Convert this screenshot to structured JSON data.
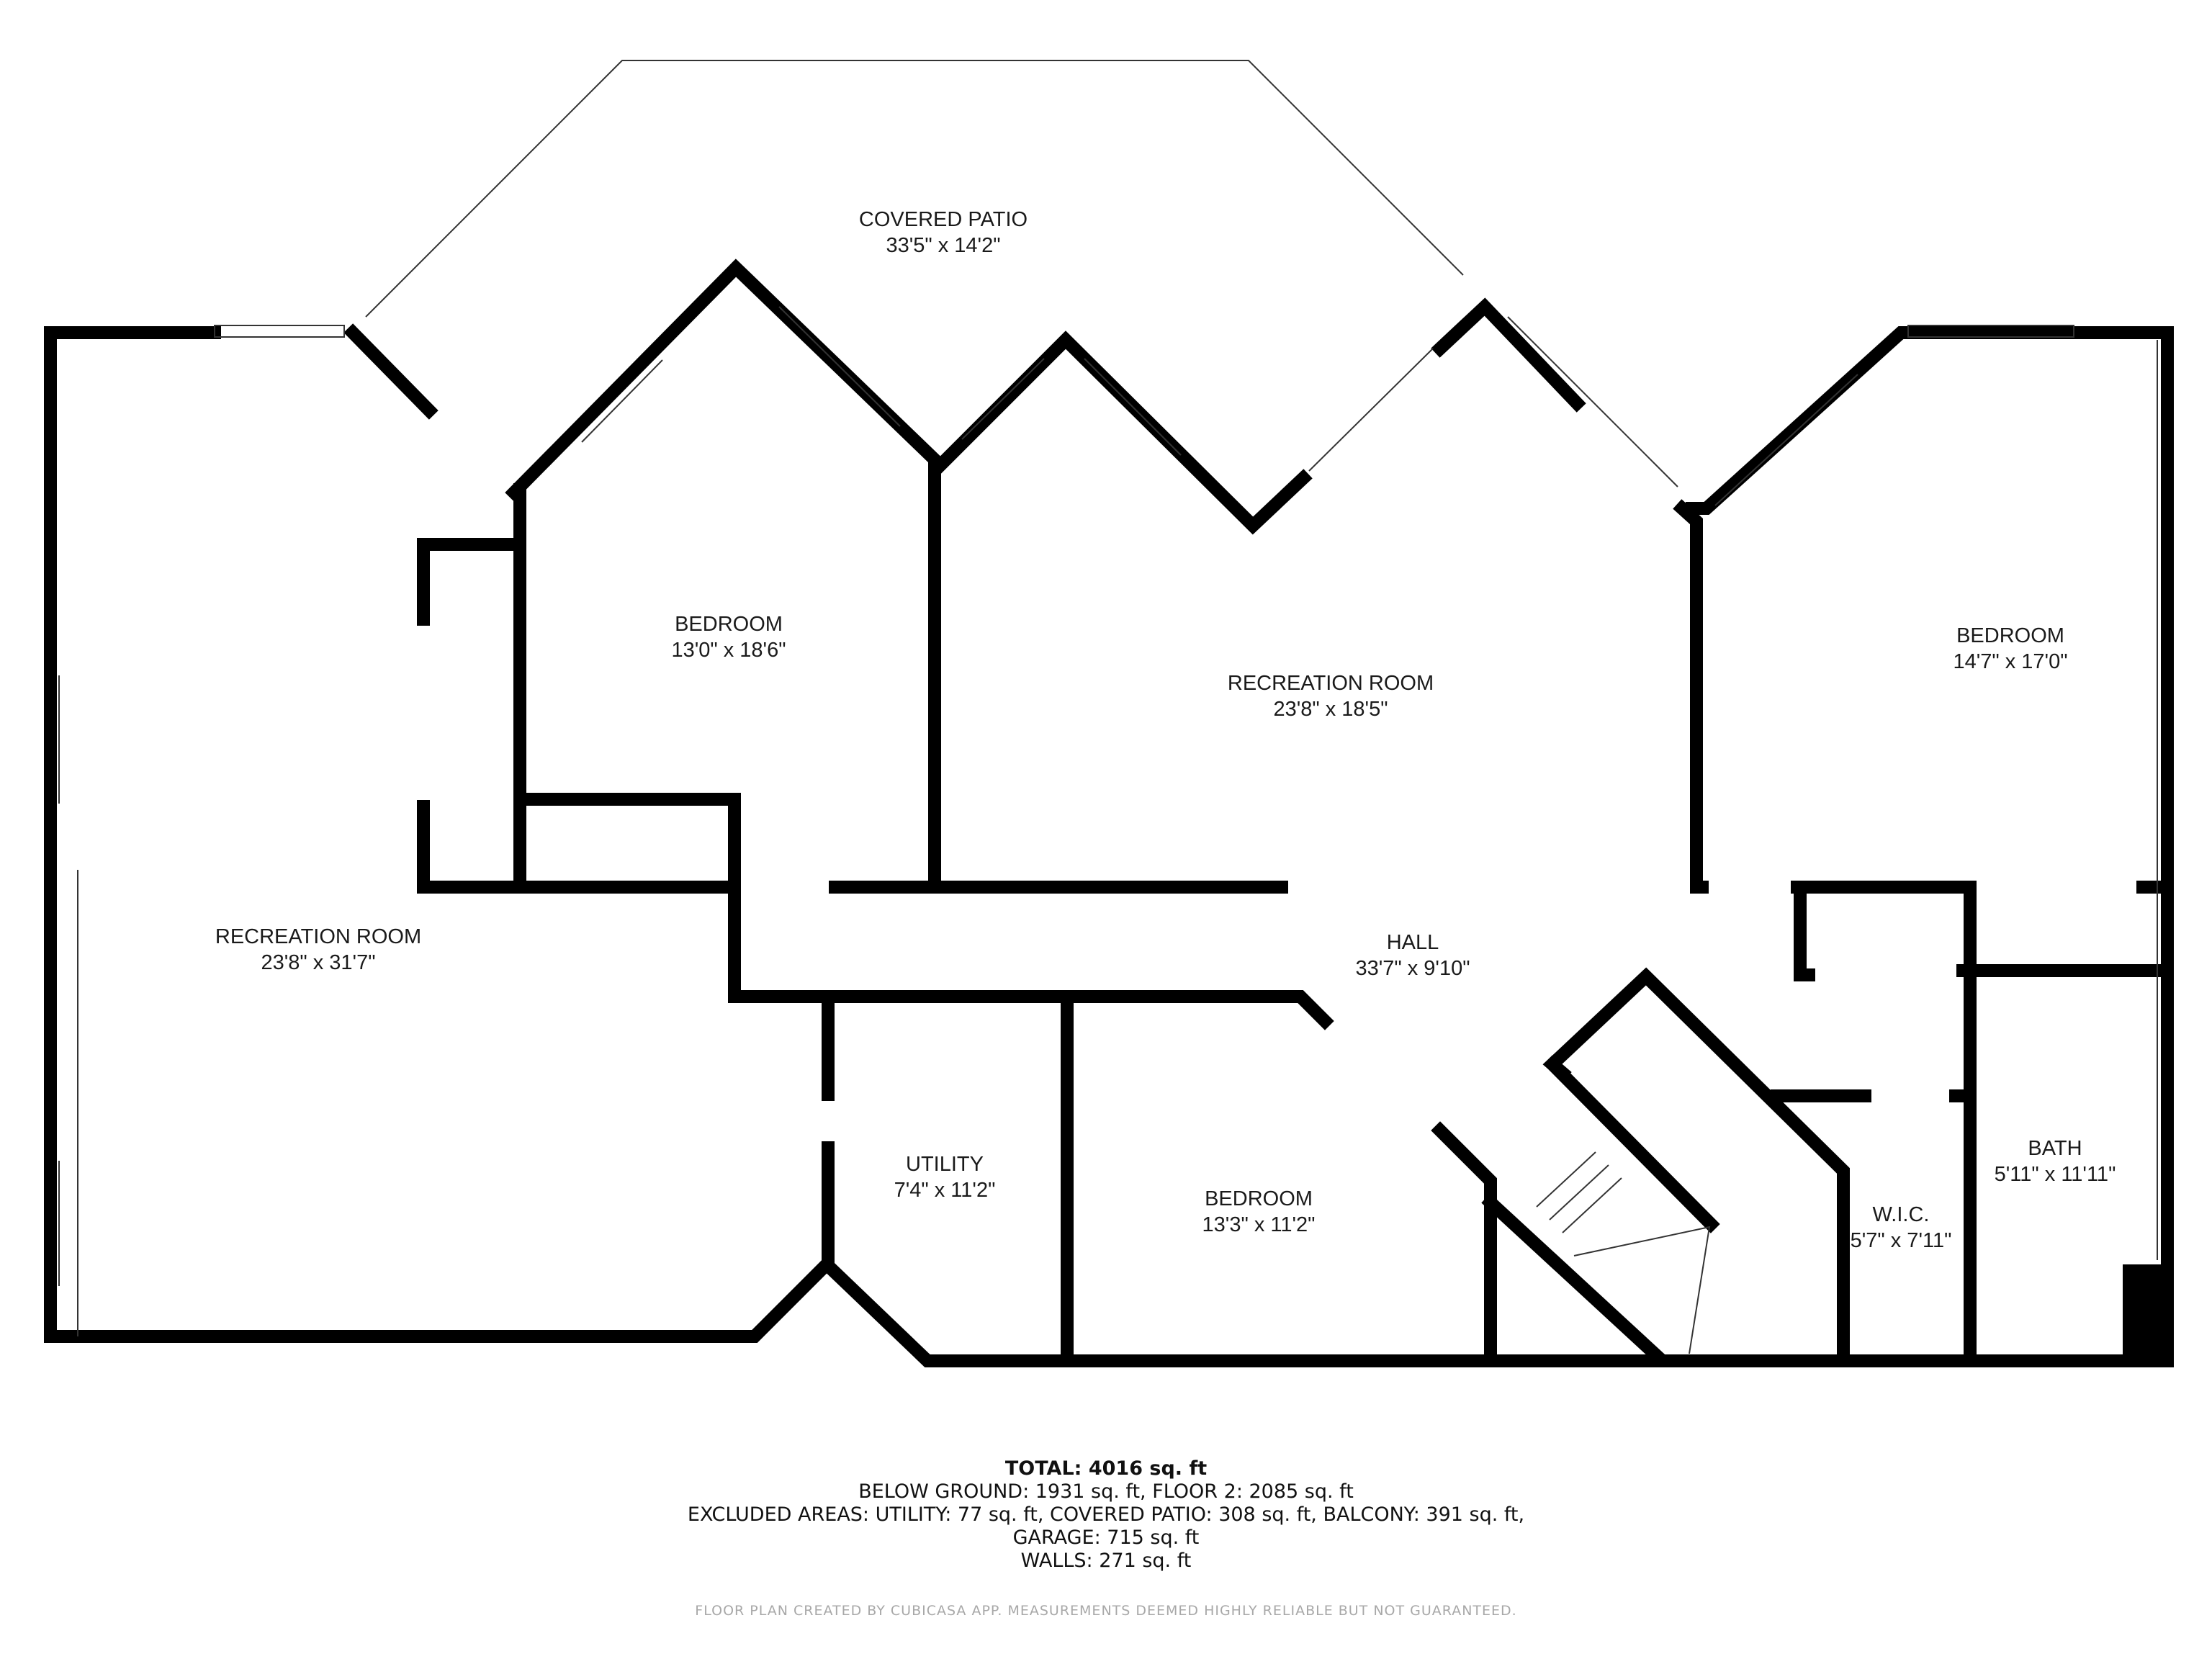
{
  "rooms": [
    {
      "id": "covered-patio",
      "name": "COVERED PATIO",
      "size": "33'5\" x 14'2\""
    },
    {
      "id": "bedroom-1",
      "name": "BEDROOM",
      "size": "13'0\" x 18'6\""
    },
    {
      "id": "recreation-room-center",
      "name": "RECREATION ROOM",
      "size": "23'8\" x 18'5\""
    },
    {
      "id": "bedroom-2",
      "name": "BEDROOM",
      "size": "14'7\" x 17'0\""
    },
    {
      "id": "recreation-room-left",
      "name": "RECREATION ROOM",
      "size": "23'8\" x 31'7\""
    },
    {
      "id": "hall",
      "name": "HALL",
      "size": "33'7\" x 9'10\""
    },
    {
      "id": "utility",
      "name": "UTILITY",
      "size": "7'4\" x 11'2\""
    },
    {
      "id": "bedroom-3",
      "name": "BEDROOM",
      "size": "13'3\" x 11'2\""
    },
    {
      "id": "wic",
      "name": "W.I.C.",
      "size": "5'7\" x 7'11\""
    },
    {
      "id": "bath",
      "name": "BATH",
      "size": "5'11\" x 11'11\""
    }
  ],
  "totals": {
    "total_label": "TOTAL:",
    "total_value": "4016 sq. ft",
    "line1": "BELOW GROUND: 1931 sq. ft, FLOOR 2: 2085 sq. ft",
    "line2": "EXCLUDED AREAS: UTILITY: 77 sq. ft, COVERED PATIO: 308 sq. ft, BALCONY: 391 sq. ft,",
    "line3": "GARAGE: 715 sq. ft",
    "line4": "WALLS: 271 sq. ft"
  },
  "credit": "FLOOR PLAN CREATED BY CUBICASA APP. MEASUREMENTS DEEMED HIGHLY RELIABLE BUT NOT GUARANTEED.",
  "colors": {
    "wall": "#000000",
    "thin_line": "#333333",
    "background": "#ffffff"
  }
}
